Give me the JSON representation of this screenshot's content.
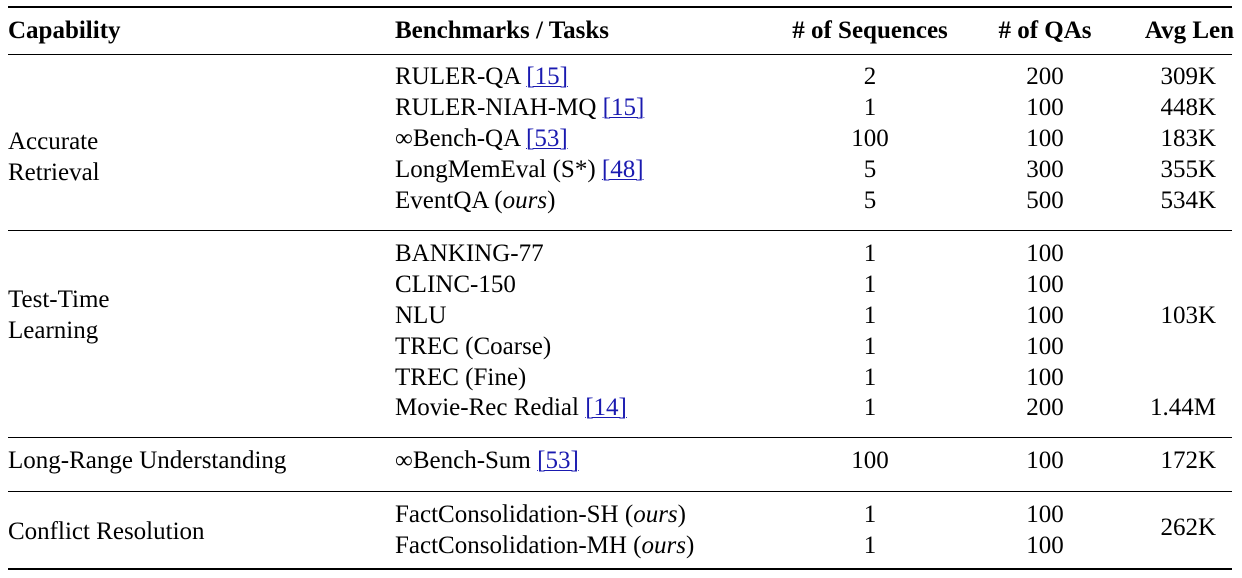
{
  "headers": {
    "capability": "Capability",
    "benchmarks": "Benchmarks / Tasks",
    "sequences": "# of Sequences",
    "qas": "# of QAs",
    "avg_len": "Avg Len"
  },
  "groups": {
    "accurate_retrieval": {
      "cap_line1": "Accurate",
      "cap_line2": "Retrieval",
      "rows": [
        {
          "name": "RULER-QA",
          "ref": "[15]",
          "seq": "2",
          "qa": "200",
          "len": "309K"
        },
        {
          "name": "RULER-NIAH-MQ",
          "ref": "[15]",
          "seq": "1",
          "qa": "100",
          "len": "448K"
        },
        {
          "name": "∞Bench-QA",
          "ref": "[53]",
          "seq": "100",
          "qa": "100",
          "len": "183K"
        },
        {
          "name": "LongMemEval (S*)",
          "ref": "[48]",
          "seq": "5",
          "qa": "300",
          "len": "355K"
        },
        {
          "name": "EventQA (",
          "ours": "ours",
          "tail": ")",
          "seq": "5",
          "qa": "500",
          "len": "534K"
        }
      ]
    },
    "test_time_learning": {
      "cap_line1": "Test-Time",
      "cap_line2": "Learning",
      "rows": [
        {
          "name": "BANKING-77",
          "seq": "1",
          "qa": "100"
        },
        {
          "name": "CLINC-150",
          "seq": "1",
          "qa": "100"
        },
        {
          "name": "NLU",
          "seq": "1",
          "qa": "100"
        },
        {
          "name": "TREC (Coarse)",
          "seq": "1",
          "qa": "100"
        },
        {
          "name": "TREC (Fine)",
          "seq": "1",
          "qa": "100"
        },
        {
          "name": "Movie-Rec Redial",
          "ref": "[14]",
          "seq": "1",
          "qa": "200"
        }
      ],
      "shared_len": "103K",
      "movie_len": "1.44M"
    },
    "long_range": {
      "cap": "Long-Range Understanding",
      "rows": [
        {
          "name": "∞Bench-Sum",
          "ref": "[53]",
          "seq": "100",
          "qa": "100",
          "len": "172K"
        }
      ]
    },
    "conflict_resolution": {
      "cap": "Conflict Resolution",
      "rows": [
        {
          "name": "FactConsolidation-SH (",
          "ours": "ours",
          "tail": ")",
          "seq": "1",
          "qa": "100"
        },
        {
          "name": "FactConsolidation-MH (",
          "ours": "ours",
          "tail": ")",
          "seq": "1",
          "qa": "100"
        }
      ],
      "shared_len": "262K"
    }
  }
}
